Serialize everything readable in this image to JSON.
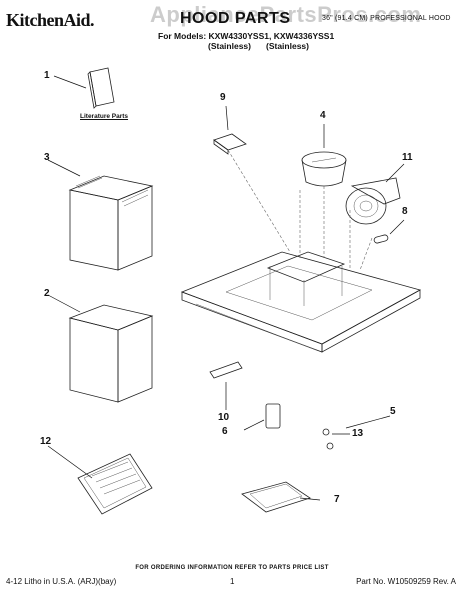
{
  "header": {
    "brand": "KitchenAid.",
    "title": "HOOD PARTS",
    "subtitle": "36\" (91.4 CM) PROFESSIONAL HOOD",
    "models_line": "For Models: KXW4330YSS1, KXW4336YSS1",
    "finish_1": "(Stainless)",
    "finish_2": "(Stainless)"
  },
  "watermark": "AppliancePartsPros.com",
  "literature_label": "Literature Parts",
  "callouts": {
    "c1": "1",
    "c2": "2",
    "c3": "3",
    "c4": "4",
    "c5": "5",
    "c6": "6",
    "c7": "7",
    "c8": "8",
    "c9": "9",
    "c10": "10",
    "c11": "11",
    "c12": "12",
    "c13": "13"
  },
  "footer": {
    "notice": "FOR ORDERING INFORMATION REFER TO PARTS PRICE LIST",
    "litho": "4-12 Litho in U.S.A. (ARJ)(bay)",
    "page": "1",
    "part_no": "Part No. W10509259 Rev. A"
  }
}
